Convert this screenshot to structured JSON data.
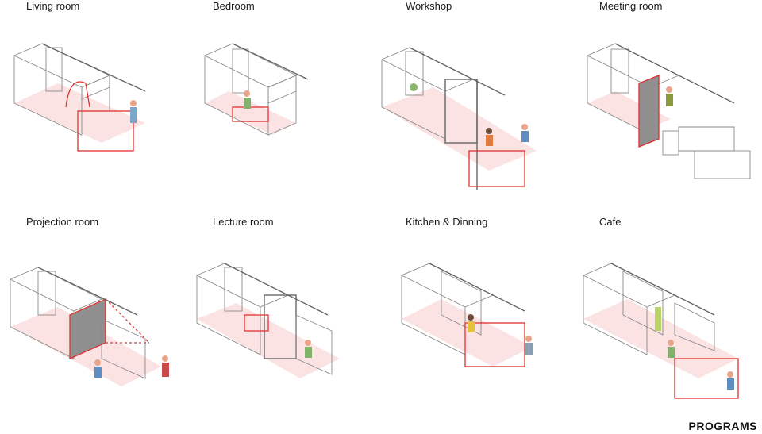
{
  "title": "PROGRAMS",
  "colors": {
    "accent": "#e0312f",
    "floor": "#fbe3e3",
    "line": "#8a8a8a"
  },
  "panels": [
    {
      "label": "Living room"
    },
    {
      "label": "Bedroom"
    },
    {
      "label": "Workshop"
    },
    {
      "label": "Meeting room"
    },
    {
      "label": "Projection room"
    },
    {
      "label": "Lecture room"
    },
    {
      "label": "Kitchen & Dinning"
    },
    {
      "label": "Cafe"
    }
  ]
}
